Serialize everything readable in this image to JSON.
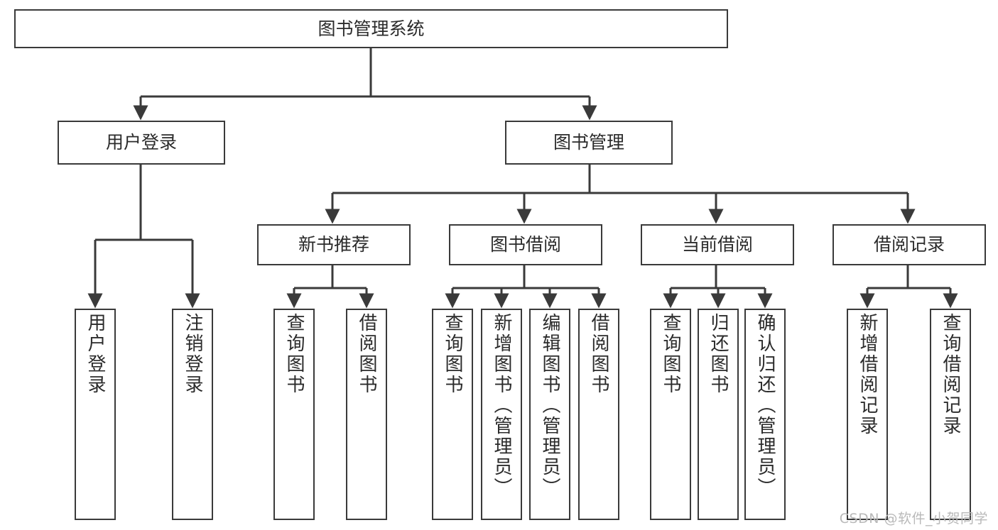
{
  "diagram": {
    "type": "tree",
    "title": "图书管理系统",
    "watermark": "CSDN @软件_小贺同学",
    "colors": {
      "box_border": "#3a3a3a",
      "box_fill": "#ffffff",
      "edge": "#3a3a3a",
      "text": "#2b2b2b",
      "watermark": "#b9b9b9",
      "background": "#ffffff"
    },
    "nodes": {
      "root": {
        "label": "图书管理系统",
        "level": 1,
        "orientation": "horizontal"
      },
      "l2": [
        {
          "id": "user-login",
          "label": "用户登录",
          "orientation": "horizontal"
        },
        {
          "id": "book-manage",
          "label": "图书管理",
          "orientation": "horizontal"
        }
      ],
      "l3": [
        {
          "id": "new-book-recommend",
          "label": "新书推荐",
          "orientation": "horizontal"
        },
        {
          "id": "book-borrow",
          "label": "图书借阅",
          "orientation": "horizontal"
        },
        {
          "id": "current-borrow",
          "label": "当前借阅",
          "orientation": "horizontal"
        },
        {
          "id": "borrow-record",
          "label": "借阅记录",
          "orientation": "horizontal"
        }
      ],
      "leaves": {
        "user_login": [
          {
            "id": "leaf-user-login",
            "label": "用户登录",
            "orientation": "vertical"
          },
          {
            "id": "leaf-logout-login",
            "label": "注销登录",
            "orientation": "vertical"
          }
        ],
        "new_book_recommend": [
          {
            "id": "leaf-query-book-1",
            "label": "查询图书",
            "orientation": "vertical"
          },
          {
            "id": "leaf-borrow-book-1",
            "label": "借阅图书",
            "orientation": "vertical"
          }
        ],
        "book_borrow": [
          {
            "id": "leaf-query-book-2",
            "label": "查询图书",
            "orientation": "vertical"
          },
          {
            "id": "leaf-add-book",
            "label": "新增图书（管理员）",
            "orientation": "vertical"
          },
          {
            "id": "leaf-edit-book",
            "label": "编辑图书（管理员）",
            "orientation": "vertical"
          },
          {
            "id": "leaf-borrow-book-2",
            "label": "借阅图书",
            "orientation": "vertical"
          }
        ],
        "current_borrow": [
          {
            "id": "leaf-query-book-3",
            "label": "查询图书",
            "orientation": "vertical"
          },
          {
            "id": "leaf-return-book",
            "label": "归还图书",
            "orientation": "vertical"
          },
          {
            "id": "leaf-confirm-return",
            "label": "确认归还（管理员）",
            "orientation": "vertical"
          }
        ],
        "borrow_record": [
          {
            "id": "leaf-add-borrow-record",
            "label": "新增借阅记录",
            "orientation": "vertical"
          },
          {
            "id": "leaf-query-borrow-record",
            "label": "查询借阅记录",
            "orientation": "vertical"
          }
        ]
      }
    }
  }
}
